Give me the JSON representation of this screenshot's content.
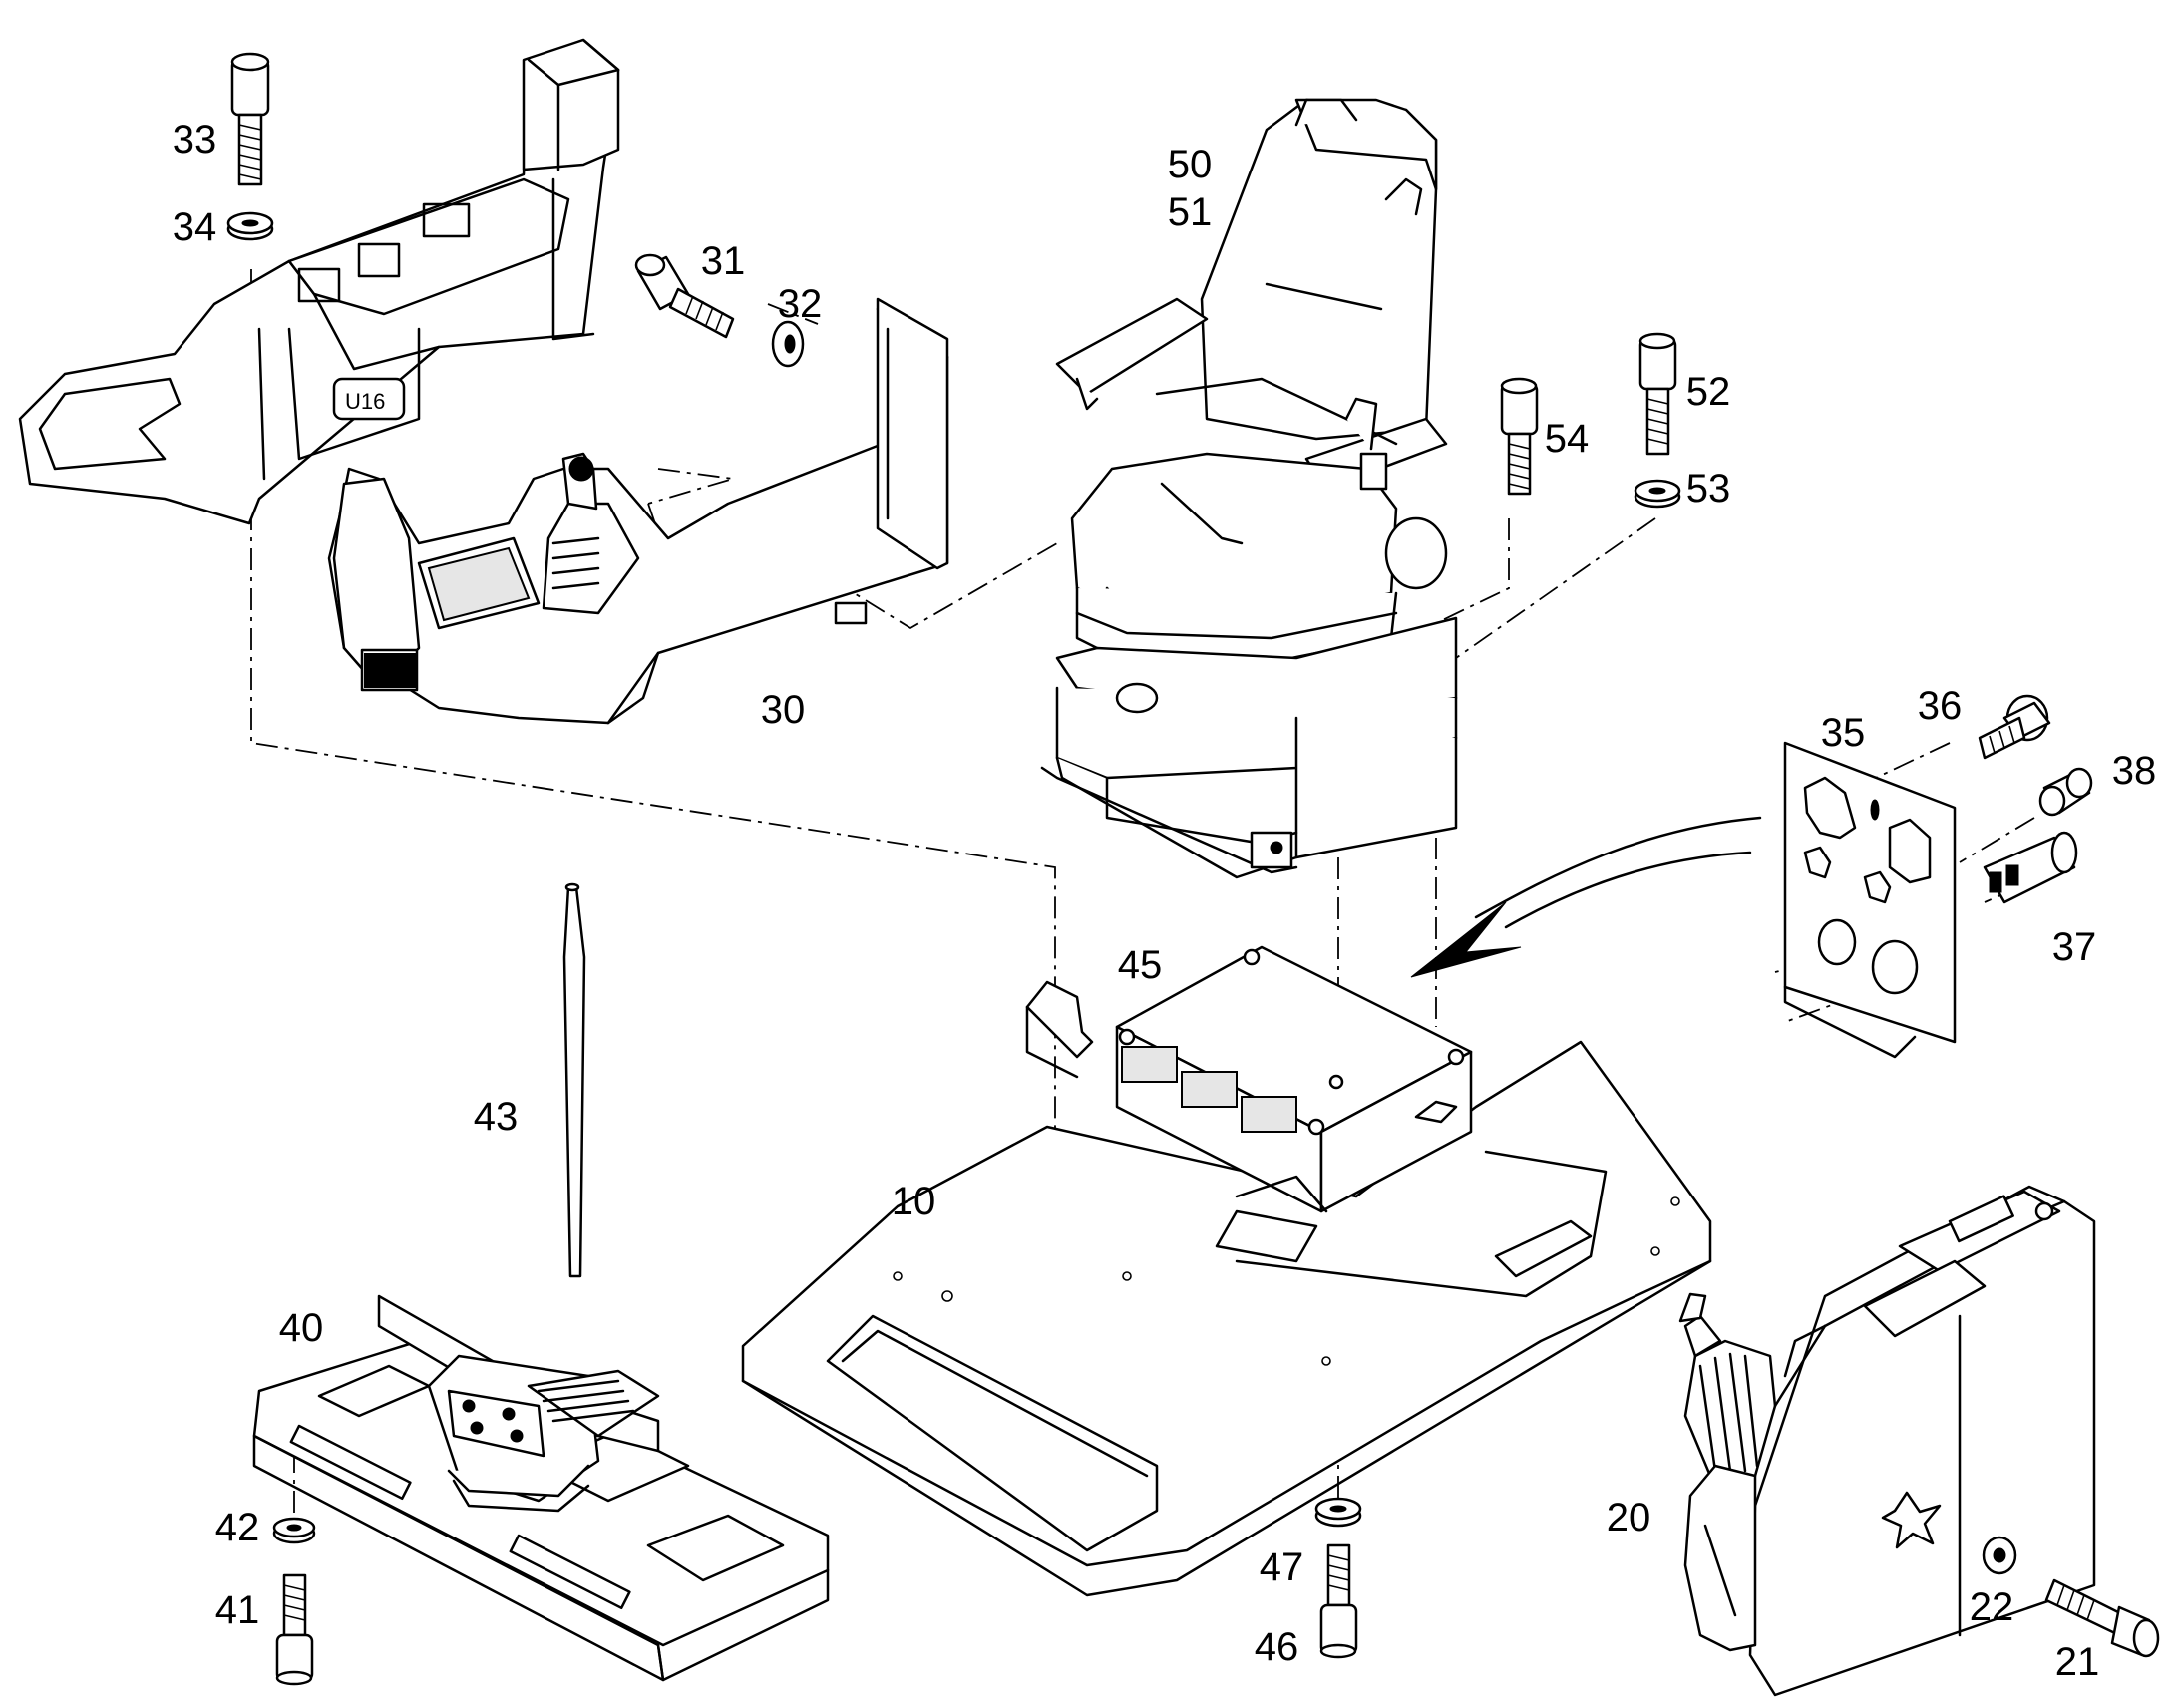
{
  "diagram": {
    "part_numbers": {
      "p10": "10",
      "p20": "20",
      "p21": "21",
      "p22": "22",
      "p30": "30",
      "p31": "31",
      "p32": "32",
      "p33": "33",
      "p34": "34",
      "p35": "35",
      "p36": "36",
      "p37": "37",
      "p38": "38",
      "p40": "40",
      "p41": "41",
      "p42": "42",
      "p43": "43",
      "p45": "45",
      "p46": "46",
      "p47": "47",
      "p50": "50",
      "p51": "51",
      "p52": "52",
      "p53": "53",
      "p54": "54"
    },
    "console_marking": "U16"
  }
}
